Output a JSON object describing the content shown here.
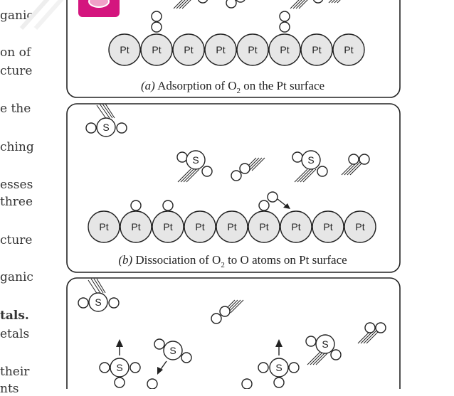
{
  "side_text": {
    "line1": "ganic",
    "line2": "on of",
    "line3": "cture",
    "line4": "e the",
    "line5": "ching",
    "line6": "esses",
    "line7": "three",
    "line8": "cture",
    "line9": "ganic",
    "line10": "tals.",
    "line11": "etals",
    "line12": "their",
    "line13": "nts"
  },
  "panels": {
    "a": {
      "caption_prefix": "(a)",
      "caption_text": "Adsorption of O",
      "caption_sub": "2",
      "caption_suffix": "on the Pt surface",
      "atom_label": "Pt"
    },
    "b": {
      "caption_prefix": "(b)",
      "caption_text": "Dissociation of O",
      "caption_sub": "2",
      "caption_suffix": "to O atoms on Pt surface",
      "atom_label": "Pt"
    },
    "c": {
      "atom_label": "S"
    }
  },
  "molecule_labels": {
    "sulfur": "S"
  },
  "colors": {
    "stroke": "#222222",
    "atom_fill": "#e6e6e6",
    "badge": "#d4157e",
    "panel_bg": "#ffffff"
  }
}
